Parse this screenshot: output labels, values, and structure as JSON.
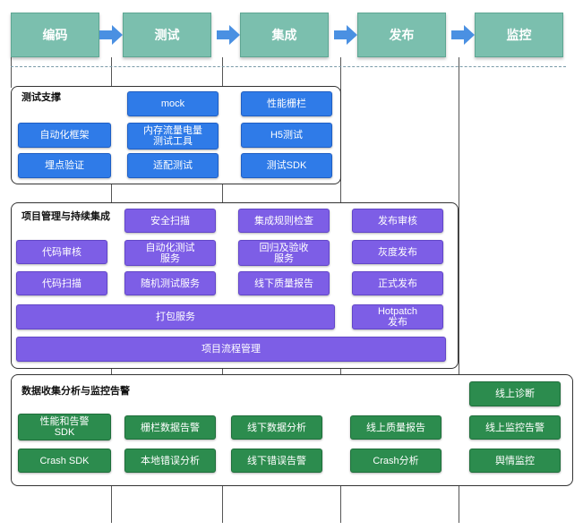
{
  "stages": [
    "编码",
    "测试",
    "集成",
    "发布",
    "监控"
  ],
  "panels": {
    "test_support": {
      "title": "测试支撑",
      "items": [
        "mock",
        "性能栅栏",
        "自动化框架",
        "内存流量电量\n测试工具",
        "H5测试",
        "埋点验证",
        "适配测试",
        "测试SDK"
      ]
    },
    "project_ci": {
      "title": "项目管理与持续集成",
      "items": [
        "安全扫描",
        "集成规则检查",
        "发布审核",
        "代码审核",
        "自动化测试\n服务",
        "回归及验收\n服务",
        "灰度发布",
        "代码扫描",
        "随机测试服务",
        "线下质量报告",
        "正式发布",
        "打包服务",
        "Hotpatch\n发布",
        "项目流程管理"
      ]
    },
    "data_monitor": {
      "title": "数据收集分析与监控告警",
      "items": [
        "线上诊断",
        "性能和告警\nSDK",
        "栅栏数据告警",
        "线下数据分析",
        "线上质量报告",
        "线上监控告警",
        "Crash SDK",
        "本地错误分析",
        "线下错误告警",
        "Crash分析",
        "舆情监控"
      ]
    }
  },
  "colors": {
    "stage": "#7bbfae",
    "arrow": "#4a90e2",
    "test_support": "#2f7be8",
    "project_ci": "#7d5ee6",
    "data_monitor": "#2c8c4e"
  }
}
